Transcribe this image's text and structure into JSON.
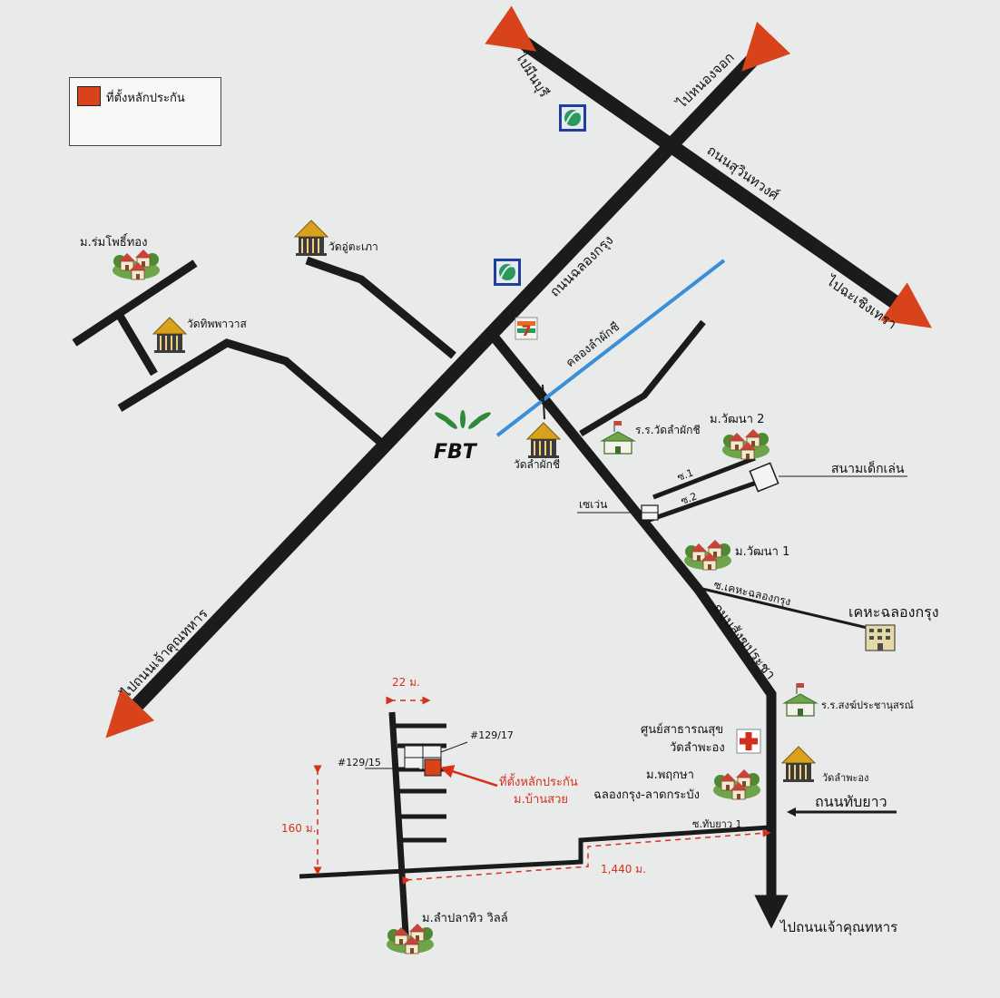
{
  "legend": {
    "label": "ที่ตั้งหลักประกัน",
    "color": "#d9431c"
  },
  "colors": {
    "road": "#1b1b1b",
    "canal": "#3b8fd8",
    "arrow_tip": "#d8431c",
    "collateral": "#d9431c",
    "dimension": "#d9301c",
    "background": "#e9eaea"
  },
  "roads": {
    "to_minburi": "ไปมีนบุรี",
    "to_nongchok": "ไปหนองจอก",
    "suwinthawong": "ถนนสุวินทวงศ์",
    "to_chachoengsao": "ไปฉะเชิงเทรา",
    "chalong_krung": "ถนนฉลองกรุง",
    "to_chao_khun_thahan": "ไปถนนเจ้าคุณทหาร",
    "sangkhom_pracha": "ถนนสังฆประชา",
    "thap_yao": "ถนนทับยาว",
    "to_chao_khun_thahan_2": "ไปถนนเจ้าคุณทหาร",
    "soi_thap_yao_1": "ซ.ทับยาว 1",
    "soi_kheha": "ซ.เคหะฉลองกรุง",
    "soi_1": "ซ.1",
    "soi_2": "ซ.2"
  },
  "canal": {
    "name": "คลองลำผักชี"
  },
  "places": {
    "mu_rom_pho_thong": "ม.ร่มโพธิ์ทอง",
    "wat_u_taphao": "วัดอู่ตะเภา",
    "wat_thip_phawat": "วัดทิพพาวาส",
    "wat_lam_phak_chi": "วัดลำผักชี",
    "school_lam_phak_chi": "ร.ร.วัดลำผักชี",
    "mu_wattana_2": "ม.วัฒนา 2",
    "playground": "สนามเด็กเล่น",
    "sewen": "เซเว่น",
    "mu_wattana_1": "ม.วัฒนา 1",
    "kheha": "เคหะฉลองกรุง",
    "school_songkhro": "ร.ร.สงฆ์ประชานุสรณ์",
    "health_center_1": "ศูนย์สาธารณสุข",
    "health_center_2": "วัดลำพะอง",
    "wat_lam_pha_ong": "วัดลำพะอง",
    "mu_phruksa_1": "ม.พฤกษา",
    "mu_phruksa_2": "ฉลองกรุง-ลาดกระบัง",
    "mu_lam_pla_thio": "ม.ลำปลาทิว วิลล์"
  },
  "brands": {
    "fbt": "FBT"
  },
  "collateral": {
    "label_1": "ที่ตั้งหลักประกัน",
    "label_2": "ม.บ้านสวย",
    "plot_a": "#129/17",
    "plot_b": "#129/15"
  },
  "dimensions": {
    "width": "22 ม.",
    "depth": "160 ม.",
    "distance": "1,440 ม."
  },
  "icons": [
    "temple-icon",
    "village-icon",
    "school-icon",
    "hospital-cross-icon",
    "condo-icon",
    "gas-station-icon",
    "seven-eleven-icon",
    "fbt-logo-icon",
    "playground-icon"
  ]
}
